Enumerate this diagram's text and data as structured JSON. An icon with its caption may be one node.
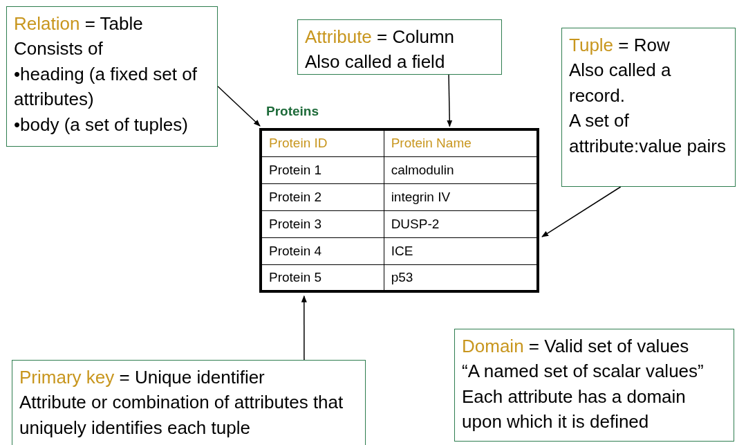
{
  "diagram": {
    "nodes": [
      {
        "text": [
          "Relation",
          "= Table",
          "Consists of",
          "•heading (a fixed set of attributes)",
          "•body (a set of tuples)"
        ]
      },
      {
        "text": [
          "Attribute",
          "= Column",
          "Also called a field"
        ]
      },
      {
        "text": [
          "Tuple",
          "= Row",
          "Also called a record.",
          "A set of attribute:value pairs"
        ]
      },
      {
        "text": [],
        "shape": "box",
        "beside": [
          "Proteins"
        ]
      },
      {
        "text": [
          "Primary key",
          "= Unique identifier",
          "Attribute or combination of attributes that uniquely identifies each tuple"
        ]
      },
      {
        "text": [
          "Domain",
          "= Valid set of values",
          "“A named set of scalar values”",
          "Each attribute has a domain upon which it is defined"
        ]
      }
    ],
    "edges": [
      {
        "from": 0,
        "to": 3,
        "arrow": "to"
      },
      {
        "from": 1,
        "to": 3,
        "arrow": "to"
      },
      {
        "from": 2,
        "to": 3,
        "arrow": "to"
      },
      {
        "from": 4,
        "to": 3,
        "arrow": "to"
      }
    ],
    "labels": [
      "Protein ID",
      "Protein Name",
      "Protein 1",
      "calmodulin",
      "Protein 2",
      "integrin IV",
      "Protein 3",
      "DUSP-2",
      "Protein 4",
      "ICE",
      "Protein 5",
      "p53"
    ]
  }
}
